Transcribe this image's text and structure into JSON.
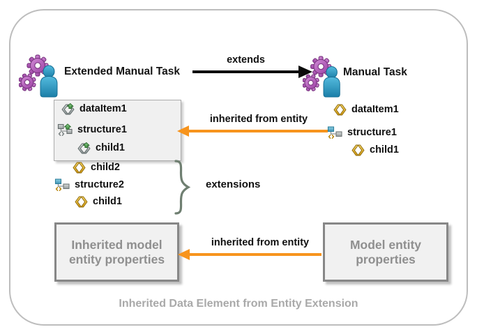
{
  "diagram": {
    "caption": "Inherited Data Element from Entity Extension",
    "extended_task": {
      "label": "Extended Manual Task",
      "icon": "manual-task-icon"
    },
    "base_task": {
      "label": "Manual Task",
      "icon": "manual-task-icon"
    },
    "extends_arrow": {
      "label": "extends",
      "direction": "right",
      "color": "#0A0A0A"
    },
    "inherited_arrow_top": {
      "label": "inherited from entity",
      "direction": "left",
      "color": "#F7941D"
    },
    "inherited_arrow_bottom": {
      "label": "inherited from entity",
      "direction": "left",
      "color": "#F7941D"
    },
    "extensions_brace": {
      "label": "extensions"
    },
    "inherited_items": [
      {
        "label": "dataItem1",
        "icon": "inherited-data-item-icon",
        "indent": 0
      },
      {
        "label": "structure1",
        "icon": "inherited-structure-icon",
        "indent": 0
      },
      {
        "label": "child1",
        "icon": "inherited-data-item-icon",
        "indent": 1
      }
    ],
    "extension_items": [
      {
        "label": "child2",
        "icon": "data-item-icon",
        "indent": 1
      },
      {
        "label": "structure2",
        "icon": "structure-icon",
        "indent": 0
      },
      {
        "label": "child1",
        "icon": "data-item-icon",
        "indent": 1
      }
    ],
    "base_items": [
      {
        "label": "dataItem1",
        "icon": "data-item-icon",
        "indent": 0
      },
      {
        "label": "structure1",
        "icon": "structure-icon",
        "indent": 0
      },
      {
        "label": "child1",
        "icon": "data-item-icon",
        "indent": 1
      }
    ],
    "boxes": {
      "inherited_properties": {
        "label": "Inherited model entity properties"
      },
      "model_properties": {
        "label": "Model entity properties"
      }
    },
    "colors": {
      "arrow_orange": "#F7941D",
      "arrow_black": "#0A0A0A",
      "gear_purple": "#B55FBF",
      "person_blue": "#2D9EC9",
      "data_item_gold": "#E0A91F",
      "inherited_item_gray": "#9AA0A0",
      "decorator_green": "#4FA14F",
      "brace_gray_green": "#6F7F71",
      "box_border": "#878787",
      "box_fill": "#F1F1F1",
      "box_text": "#8F8F8F",
      "caption_text": "#A9A9A9",
      "frame_border": "#BDBDBD"
    }
  }
}
